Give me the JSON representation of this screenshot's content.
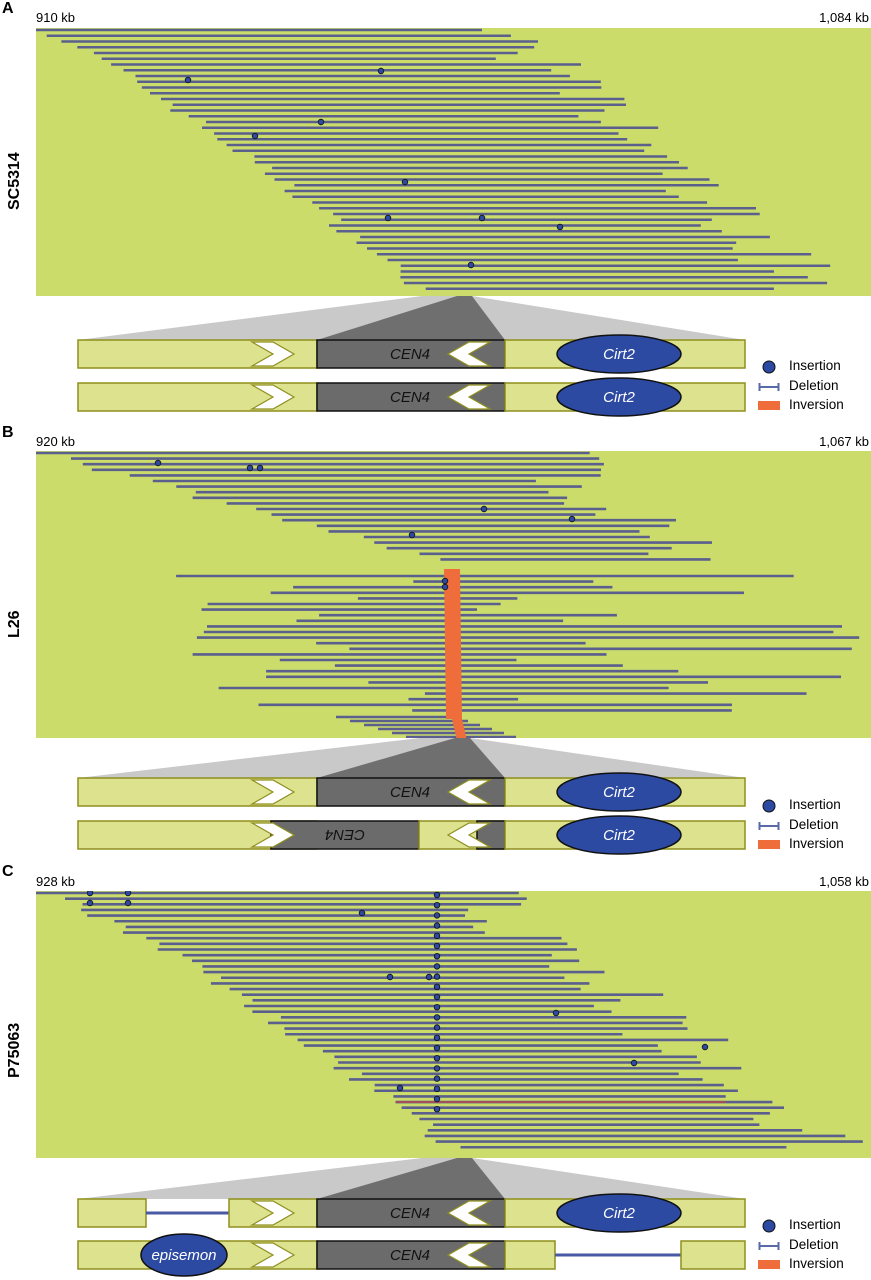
{
  "colors": {
    "plot_bg": "#cbdc6b",
    "read": "#5a5f8e",
    "insertion_fill": "#2d4aa3",
    "inversion": "#ef6c3b",
    "region_fill": "#dde28f",
    "region_border": "#8f8f1f",
    "cen_fill": "#6b6b6b",
    "cirt_fill": "#2d4aa3"
  },
  "legend": {
    "insertion": "Insertion",
    "deletion": "Deletion",
    "inversion": "Inversion"
  },
  "panels": [
    {
      "letter": "A",
      "strain": "SC5314",
      "start": "910 kb",
      "end": "1,084 kb",
      "top_track": {
        "cen": "CEN4",
        "cirt": "Cirt2"
      },
      "bottom_track": {
        "cen": "CEN4",
        "cirt": "Cirt2"
      }
    },
    {
      "letter": "B",
      "strain": "L26",
      "start": "920 kb",
      "end": "1,067 kb",
      "top_track": {
        "cen": "CEN4",
        "cirt": "Cirt2"
      },
      "bottom_track": {
        "cen": "CEN4",
        "cirt": "Cirt2"
      }
    },
    {
      "letter": "C",
      "strain": "P75063",
      "start": "928 kb",
      "end": "1,058 kb",
      "top_track": {
        "cen": "CEN4",
        "cirt": "Cirt2"
      },
      "bottom_track": {
        "cen": "CEN4",
        "insert": "episemon"
      }
    }
  ]
}
